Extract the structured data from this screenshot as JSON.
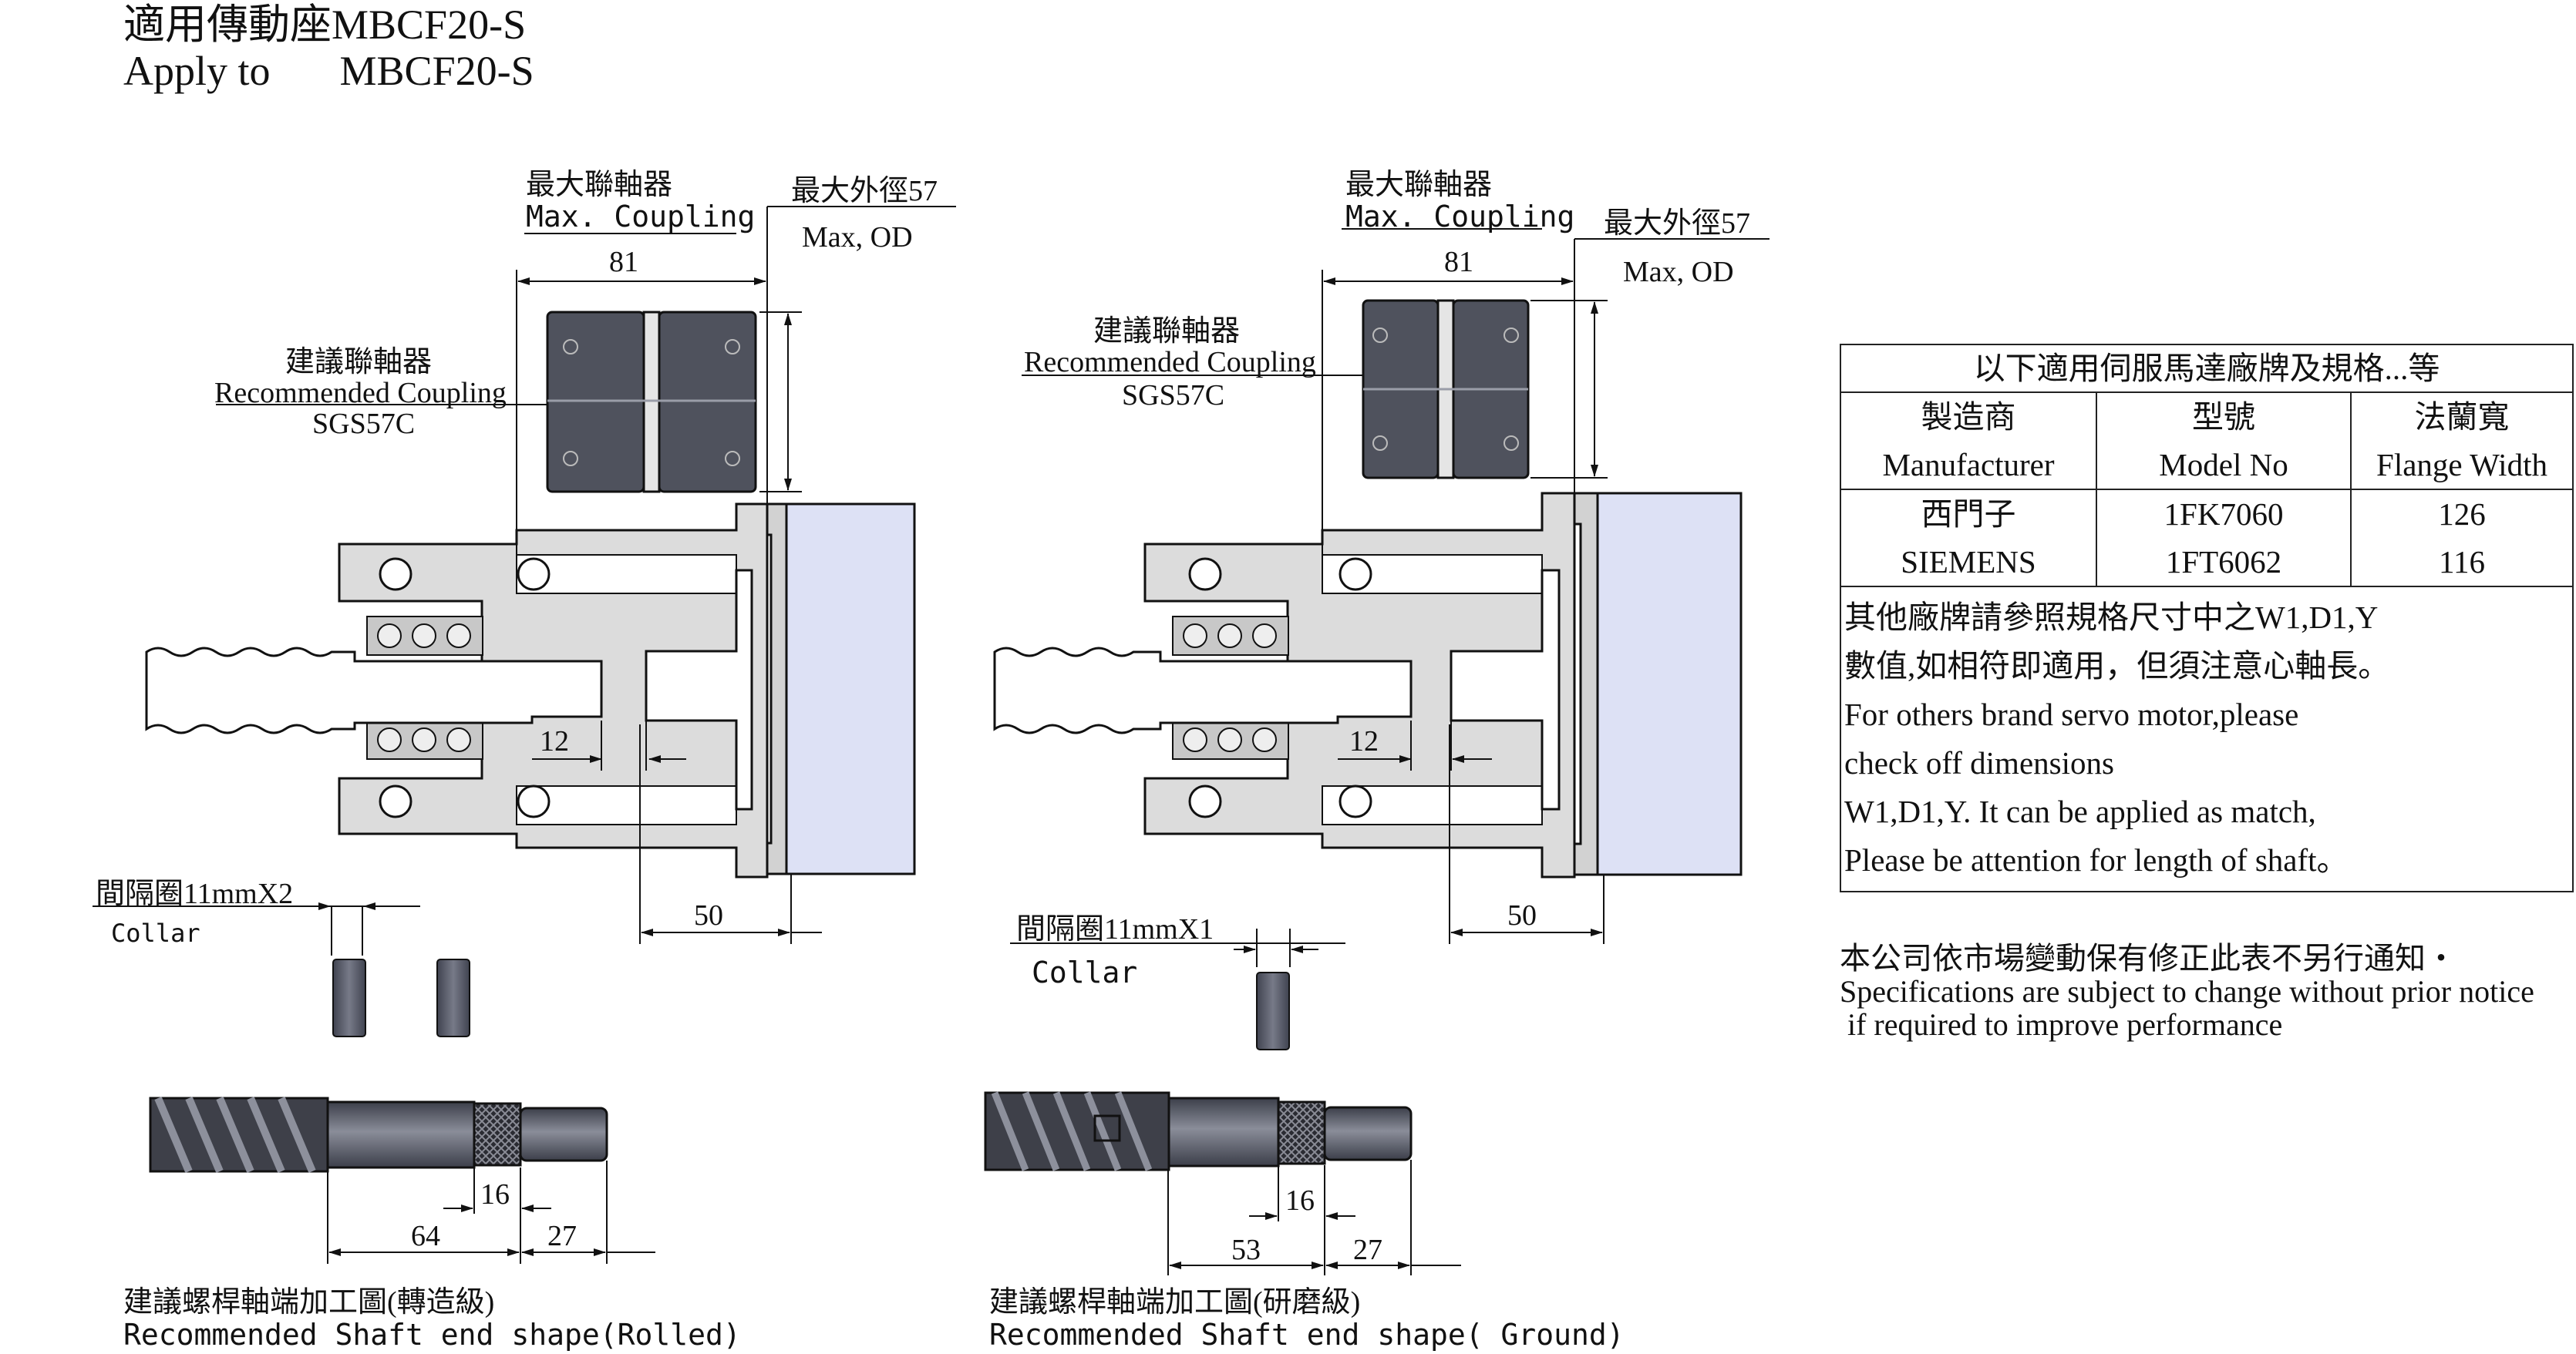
{
  "title": {
    "cn": "適用傳動座MBCF20-S",
    "en_prefix": "Apply to",
    "en_model": "MBCF20-S"
  },
  "left_view": {
    "max_coupling_cn": "最大聯軸器",
    "max_coupling_en": "Max. Coupling",
    "max_od_cn": "最大外徑57",
    "max_od_en": "Max, OD",
    "rec_coupling_cn": "建議聯軸器",
    "rec_coupling_en": "Recommended Coupling",
    "rec_coupling_model": "SGS57C",
    "dim_coupling_len": "81",
    "dim_gap": "12",
    "dim_shaft_len": "50",
    "collar_cn": "間隔圈11mmX2",
    "collar_en": "Collar",
    "shaft_dim_16": "16",
    "shaft_dim_64": "64",
    "shaft_dim_27": "27",
    "shaft_caption_cn": "建議螺桿軸端加工圖(轉造級)",
    "shaft_caption_en": "Recommended Shaft end shape(Rolled)"
  },
  "right_view": {
    "max_coupling_cn": "最大聯軸器",
    "max_coupling_en": "Max. Coupling",
    "max_od_cn": "最大外徑57",
    "max_od_en": "Max, OD",
    "rec_coupling_cn": "建議聯軸器",
    "rec_coupling_en": "Recommended Coupling",
    "rec_coupling_model": "SGS57C",
    "dim_coupling_len": "81",
    "dim_gap": "12",
    "dim_shaft_len": "50",
    "collar_cn": "間隔圈11mmX1",
    "collar_en": "Collar",
    "shaft_dim_16": "16",
    "shaft_dim_53": "53",
    "shaft_dim_27": "27",
    "shaft_caption_cn": "建議螺桿軸端加工圖(研磨級)",
    "shaft_caption_en": "Recommended Shaft end shape( Ground)"
  },
  "spec_table": {
    "header": "以下適用伺服馬達廠牌及規格...等",
    "columns": [
      {
        "cn": "製造商",
        "en": "Manufacturer"
      },
      {
        "cn": "型號",
        "en": "Model No"
      },
      {
        "cn": "法蘭寬",
        "en": "Flange Width"
      }
    ],
    "rows": [
      {
        "manufacturer": "西門子",
        "model": "1FK7060",
        "flange": "126"
      },
      {
        "manufacturer": "SIEMENS",
        "model": "1FT6062",
        "flange": "116"
      }
    ],
    "note_lines": [
      "其他廠牌請參照規格尺寸中之W1,D1,Y",
      "數值,如相符即適用，但須注意心軸長。",
      "For others brand servo motor,please",
      "check off dimensions",
      "W1,D1,Y. It can be applied as match,",
      "Please be attention for length of shaft。"
    ]
  },
  "notice": {
    "cn": "本公司依市場變動保有修正此表不另行通知・",
    "en1": "Specifications are subject to change without prior notice",
    "en2": " if required to improve performance"
  },
  "colors": {
    "housing": "#dcdcdc",
    "motor": "#dde1f5",
    "steel_dark": "#4a4d58",
    "steel_mid": "#6e7180",
    "line": "#111111"
  }
}
